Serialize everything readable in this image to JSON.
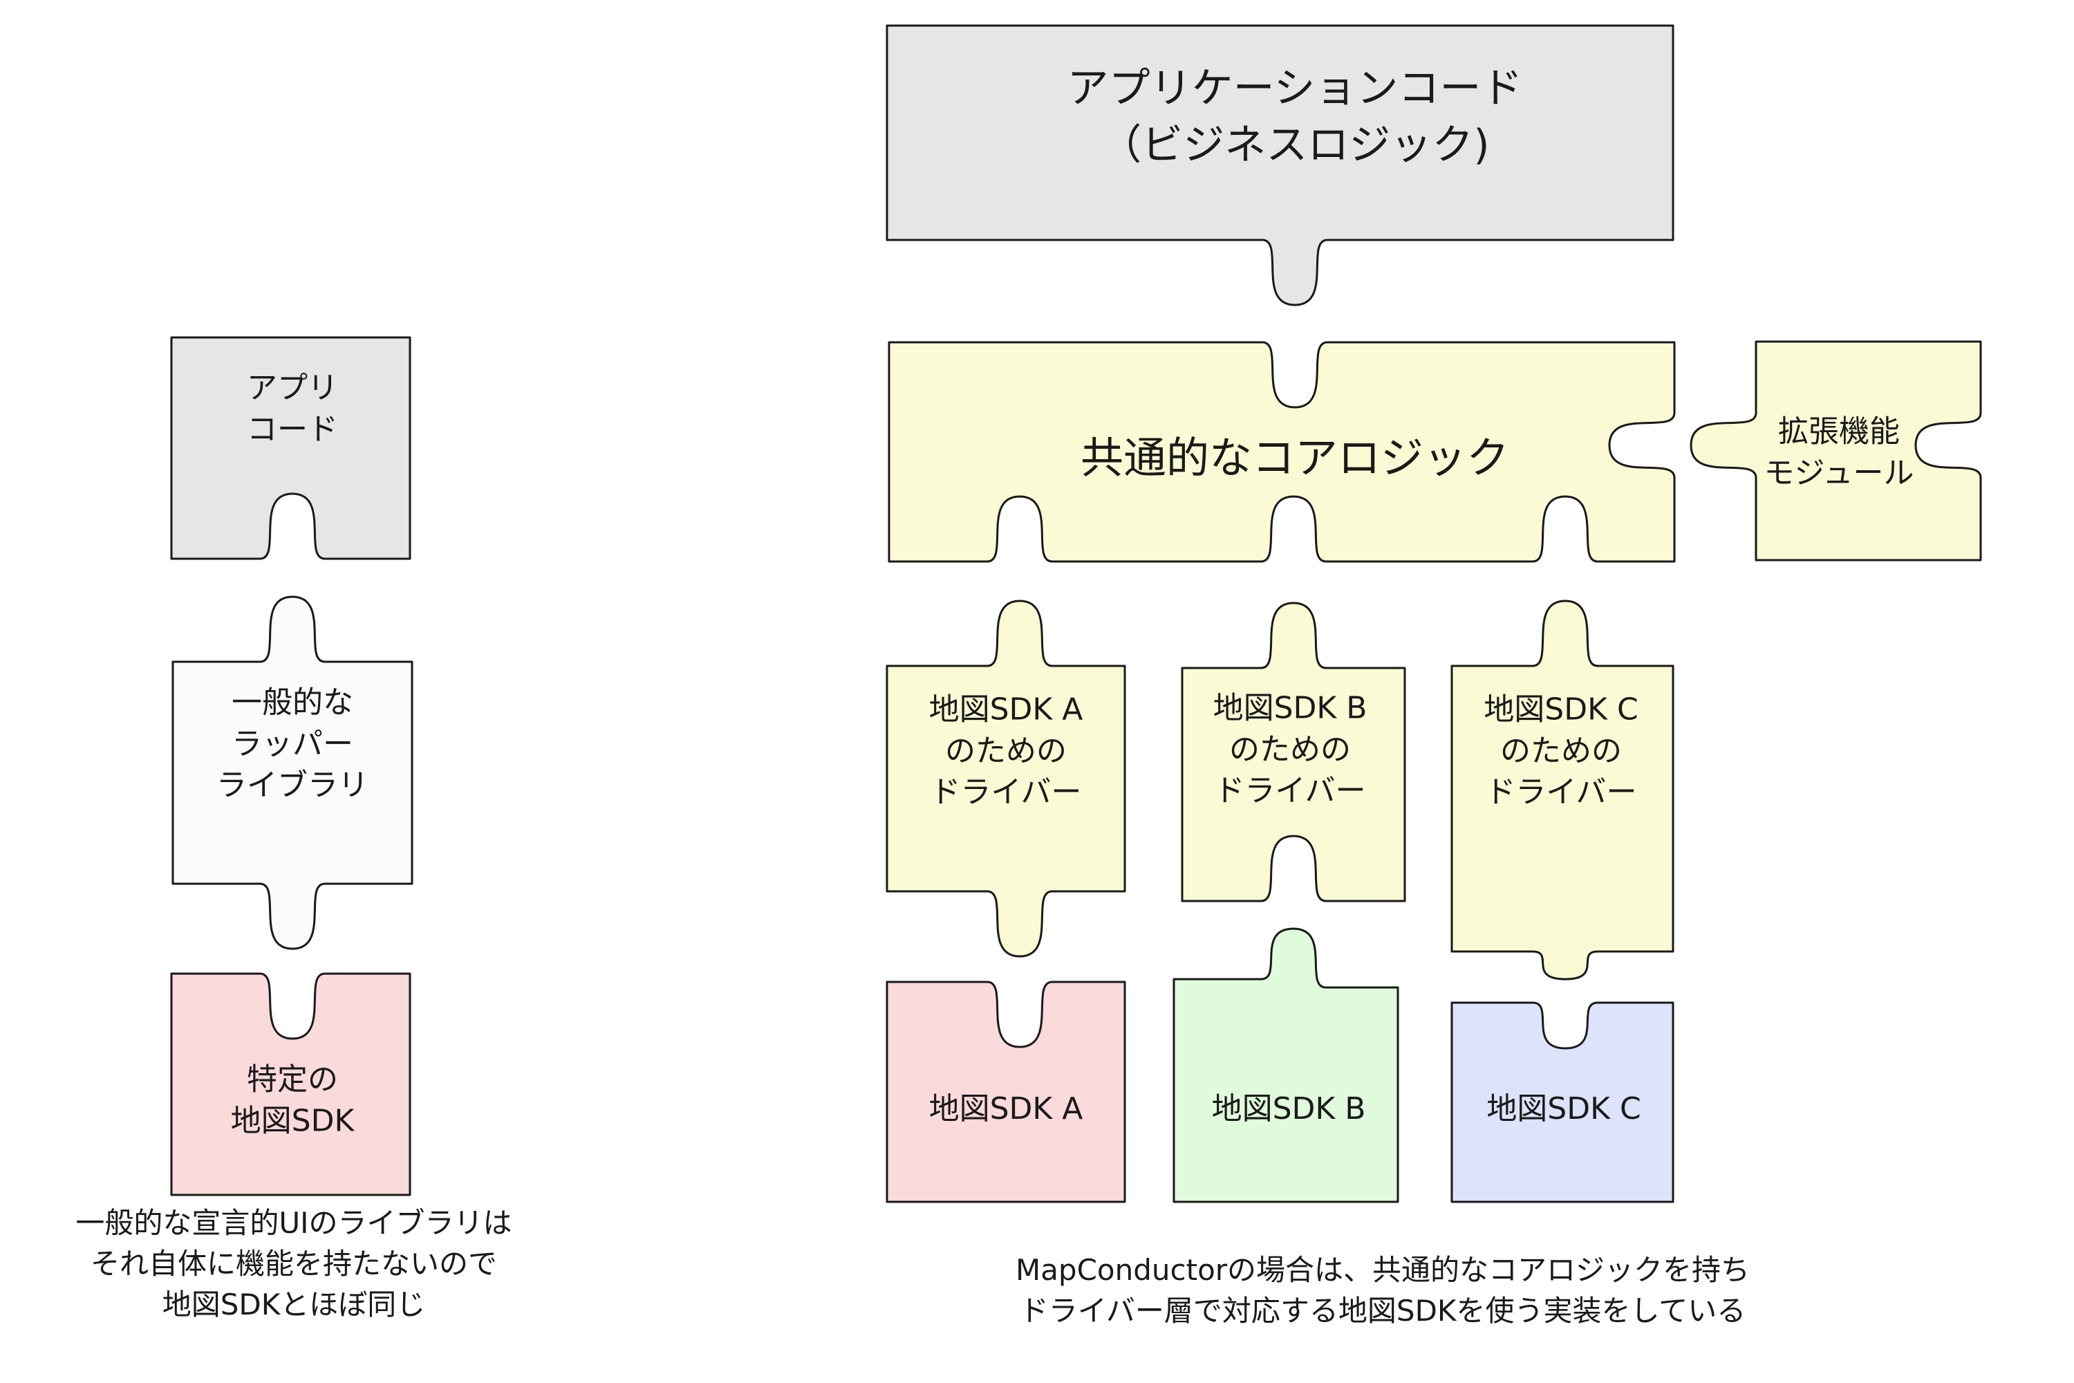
{
  "colors": {
    "gray": "#e6e6e6",
    "white": "#fbfbfd",
    "red": "#fadadb",
    "yellow": "#fafad5",
    "green": "#e0fadc",
    "blue": "#dce3fa"
  },
  "left": {
    "app_code": {
      "lines": [
        "アプリ",
        "コード"
      ]
    },
    "wrapper": {
      "lines": [
        "一般的な",
        "ラッパー",
        "ライブラリ"
      ]
    },
    "specific_sdk": {
      "lines": [
        "特定の",
        "地図SDK"
      ]
    },
    "caption": [
      "一般的な宣言的UIのライブラリは",
      "それ自体に機能を持たないので",
      "地図SDKとほぼ同じ"
    ]
  },
  "right": {
    "app_code": {
      "lines": [
        "アプリケーションコード",
        "（ビジネスロジック)"
      ]
    },
    "core": {
      "lines": [
        "共通的なコアロジック"
      ]
    },
    "extension": {
      "lines": [
        "拡張機能",
        "モジュール"
      ]
    },
    "drivers": [
      {
        "lines": [
          "地図SDK A",
          "のための",
          "ドライバー"
        ]
      },
      {
        "lines": [
          "地図SDK B",
          "のための",
          "ドライバー"
        ]
      },
      {
        "lines": [
          "地図SDK C",
          "のための",
          "ドライバー"
        ]
      }
    ],
    "sdks": [
      {
        "label": "地図SDK A"
      },
      {
        "label": "地図SDK B"
      },
      {
        "label": "地図SDK C"
      }
    ],
    "caption": [
      "MapConductorの場合は、共通的なコアロジックを持ち",
      "ドライバー層で対応する地図SDKを使う実装をしている"
    ]
  }
}
